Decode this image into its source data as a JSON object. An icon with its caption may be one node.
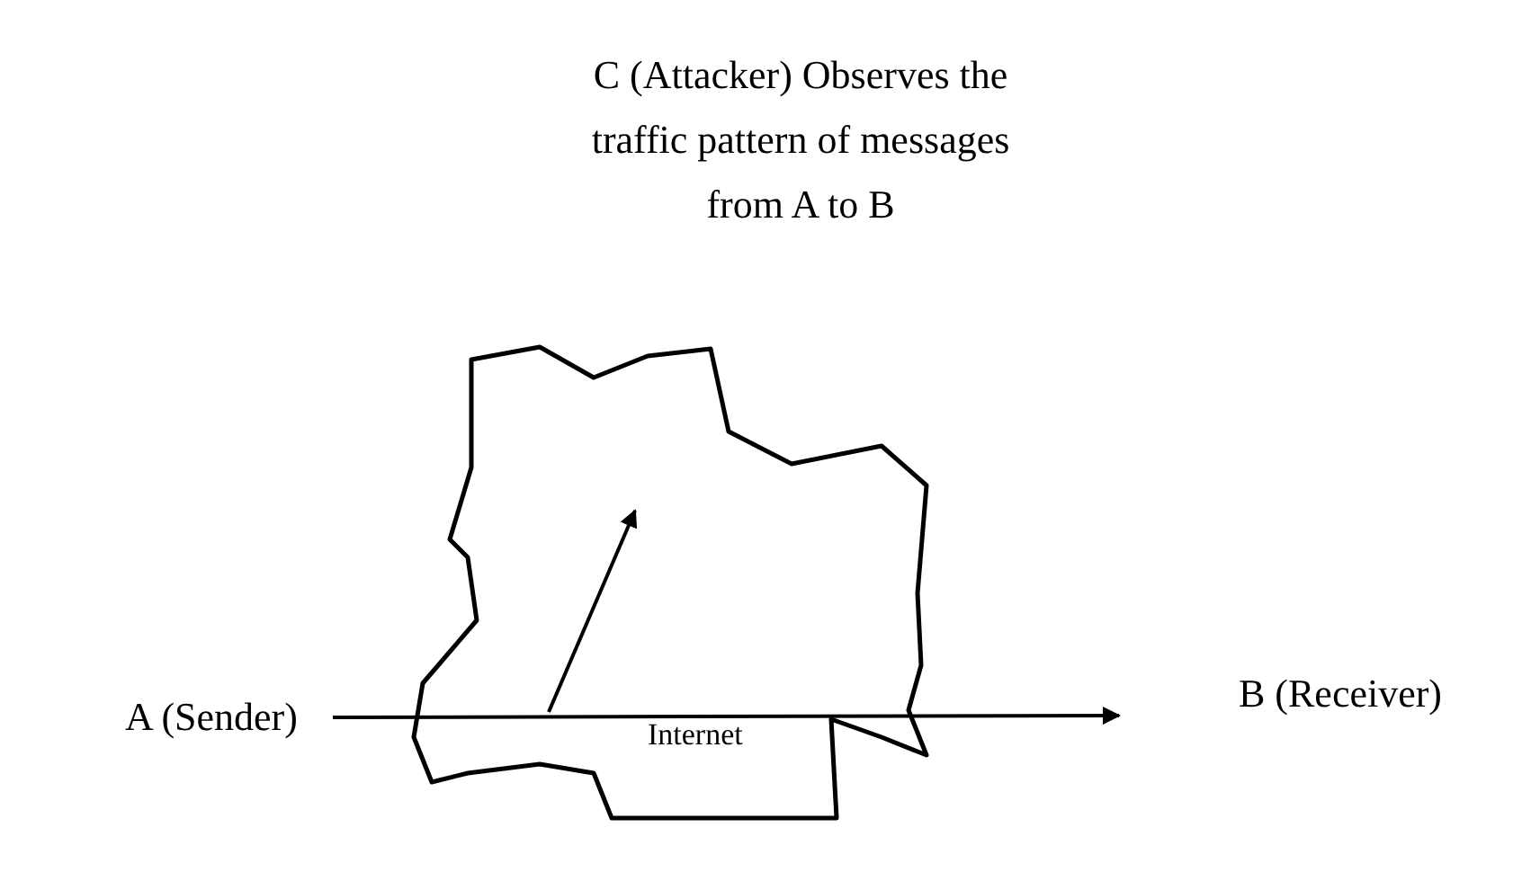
{
  "diagram": {
    "nodes": [
      {
        "text": [
          "A (Sender)"
        ]
      },
      {
        "text": [
          "Internet"
        ]
      },
      {
        "text": [
          "B (Receiver)"
        ]
      }
    ],
    "edges": [
      {
        "from": 0,
        "to": 2,
        "arrow": "to"
      }
    ],
    "labels": [
      "C (Attacker) Observes the traffic pattern of messages from A to B"
    ]
  }
}
